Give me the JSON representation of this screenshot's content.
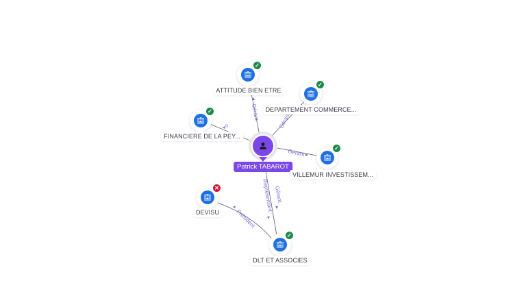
{
  "center": {
    "name": "Patrick TABAROT",
    "icon": "person-icon",
    "color": "#7b47e6"
  },
  "companies": [
    {
      "id": "attitude",
      "name": "ATTITUDE BIEN ETRE",
      "status": "active",
      "icon": "building-icon"
    },
    {
      "id": "departement",
      "name": "DEPARTEMENT COMMERCE...",
      "status": "active",
      "icon": "building-icon"
    },
    {
      "id": "financiere",
      "name": "FINANCIERE DE LA PEY...",
      "status": "active",
      "icon": "building-icon"
    },
    {
      "id": "villemur",
      "name": "VILLEMUR INVESTISSEM...",
      "status": "active",
      "icon": "building-icon"
    },
    {
      "id": "devisu",
      "name": "DEVISU",
      "status": "closed",
      "icon": "building-icon"
    },
    {
      "id": "dlt",
      "name": "DLT ET ASSOCIES",
      "status": "active",
      "icon": "building-icon"
    }
  ],
  "edges": [
    {
      "from": "center",
      "to": "attitude",
      "label": "Gérant"
    },
    {
      "from": "center",
      "to": "departement",
      "label": "Gérant"
    },
    {
      "from": "center",
      "to": "financiere",
      "label": "G"
    },
    {
      "from": "center",
      "to": "villemur",
      "label": "Gérant"
    },
    {
      "from": "center",
      "to": "dlt",
      "label": "Gérant"
    },
    {
      "from": "center",
      "to": "dlt",
      "label": "Représentant"
    },
    {
      "from": "dlt",
      "to": "devisu",
      "label": "Président"
    }
  ],
  "colors": {
    "active_badge": "#1e8a4a",
    "closed_badge": "#d0193a",
    "company_icon": "#1f6fe5",
    "edge_line": "#5a5a6a",
    "edge_label": "#7b6fd6"
  }
}
